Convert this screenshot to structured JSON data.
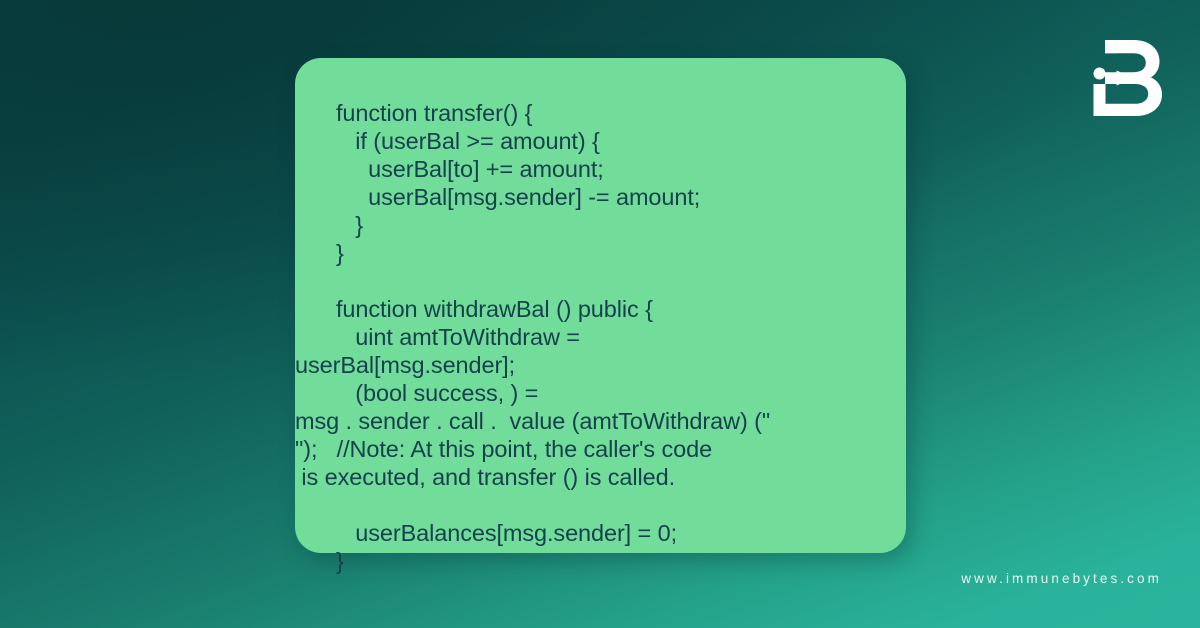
{
  "brand": {
    "logo_icon": "immunebytes-ib-monogram-logo",
    "logo_alt": "iB",
    "site_url": "www.immunebytes.com"
  },
  "colors": {
    "background_dark": "#0a4746",
    "background_light": "#2bb49d",
    "card_green": "#72dd9b",
    "code_text": "#15414c",
    "logo_white": "#ffffff",
    "url_text": "#e8f7f3"
  },
  "code_card": {
    "language": "solidity",
    "lines": [
      {
        "text": "function transfer() {",
        "outdent": false
      },
      {
        "text": "   if (userBal >= amount) {",
        "outdent": false
      },
      {
        "text": "     userBal[to] += amount;",
        "outdent": false
      },
      {
        "text": "     userBal[msg.sender] -= amount;",
        "outdent": false
      },
      {
        "text": "   }",
        "outdent": false
      },
      {
        "text": "}",
        "outdent": false
      },
      {
        "text": "",
        "outdent": false
      },
      {
        "text": "function withdrawBal () public {",
        "outdent": false
      },
      {
        "text": "   uint amtToWithdraw =",
        "outdent": false
      },
      {
        "text": "userBal[msg.sender];",
        "outdent": true
      },
      {
        "text": "   (bool success, ) =",
        "outdent": false
      },
      {
        "text": "msg . sender . call .  value (amtToWithdraw) (\"",
        "outdent": true
      },
      {
        "text": "\");   //Note: At this point, the caller's code",
        "outdent": true
      },
      {
        "text": " is executed, and transfer () is called.",
        "outdent": true
      },
      {
        "text": "",
        "outdent": false
      },
      {
        "text": "   userBalances[msg.sender] = 0;",
        "outdent": false
      },
      {
        "text": "}",
        "outdent": false
      }
    ]
  }
}
